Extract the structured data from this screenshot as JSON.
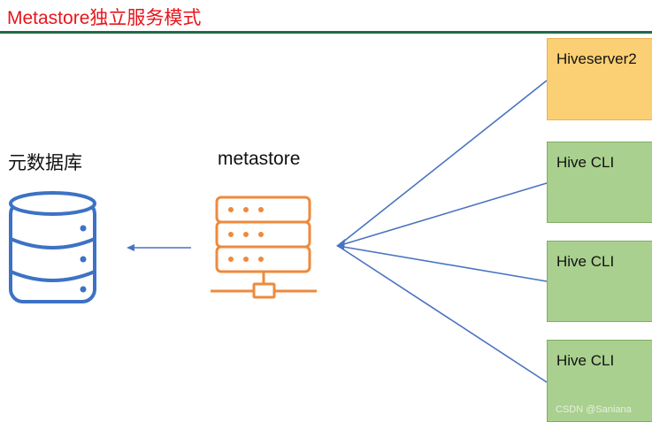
{
  "title": "Metastore独立服务模式",
  "database": {
    "label": "元数据库"
  },
  "metastore": {
    "label": "metastore"
  },
  "clients": [
    {
      "label": "Hiveserver2"
    },
    {
      "label": "Hive CLI"
    },
    {
      "label": "Hive CLI"
    },
    {
      "label": "Hive CLI"
    }
  ],
  "watermark": "CSDN @Saniana",
  "colors": {
    "title": "#e8151b",
    "header_rule": "#1f6b4a",
    "database_icon": "#3d72c4",
    "server_icon": "#ee8a3c",
    "connector_lines": "#4a73c0",
    "arrow": "#4a73c0",
    "hiveserver2_box": "#fbcf73",
    "hive_cli_box": "#a9d08e"
  },
  "icons": {
    "database": "database-cylinder-icon",
    "metastore": "server-rack-icon"
  }
}
